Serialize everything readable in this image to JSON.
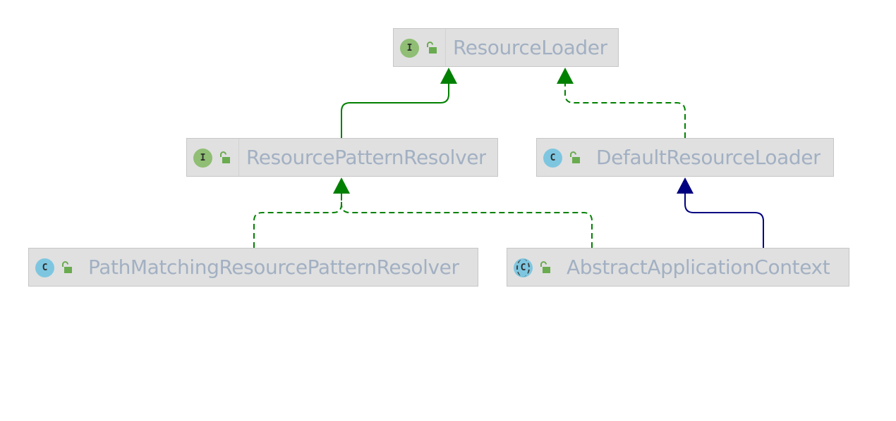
{
  "diagram": {
    "nodes": [
      {
        "id": "resource-loader",
        "name": "ResourceLoader",
        "kind": "interface",
        "badge": "I",
        "icon": "interface-icon",
        "visibility_icon": "unlocked-icon"
      },
      {
        "id": "resource-pattern-resolver",
        "name": "ResourcePatternResolver",
        "kind": "interface",
        "badge": "I",
        "icon": "interface-icon",
        "visibility_icon": "unlocked-icon"
      },
      {
        "id": "default-resource-loader",
        "name": "DefaultResourceLoader",
        "kind": "class",
        "badge": "C",
        "icon": "class-icon",
        "visibility_icon": "unlocked-icon"
      },
      {
        "id": "path-matching-resource-pattern-resolver",
        "name": "PathMatchingResourcePatternResolver",
        "kind": "class",
        "badge": "C",
        "icon": "class-icon",
        "visibility_icon": "unlocked-icon"
      },
      {
        "id": "abstract-application-context",
        "name": "AbstractApplicationContext",
        "kind": "abstract-class",
        "badge": "C",
        "icon": "abstract-class-icon",
        "visibility_icon": "unlocked-icon"
      }
    ],
    "edges": [
      {
        "from": "resource-pattern-resolver",
        "to": "resource-loader",
        "relation": "extends",
        "style": "solid",
        "color": "#008000"
      },
      {
        "from": "default-resource-loader",
        "to": "resource-loader",
        "relation": "implements",
        "style": "dashed",
        "color": "#008000"
      },
      {
        "from": "path-matching-resource-pattern-resolver",
        "to": "resource-pattern-resolver",
        "relation": "implements",
        "style": "dashed",
        "color": "#008000"
      },
      {
        "from": "abstract-application-context",
        "to": "resource-pattern-resolver",
        "relation": "implements",
        "style": "dashed",
        "color": "#008000"
      },
      {
        "from": "abstract-application-context",
        "to": "default-resource-loader",
        "relation": "extends",
        "style": "solid",
        "color": "#000080"
      }
    ]
  },
  "colors": {
    "node_background": "#e0e0e0",
    "node_text": "#a2b0c3",
    "interface_badge": "#8fbe74",
    "class_badge": "#7ec6e0",
    "implements_edge": "#008000",
    "extends_class_edge": "#000080"
  }
}
